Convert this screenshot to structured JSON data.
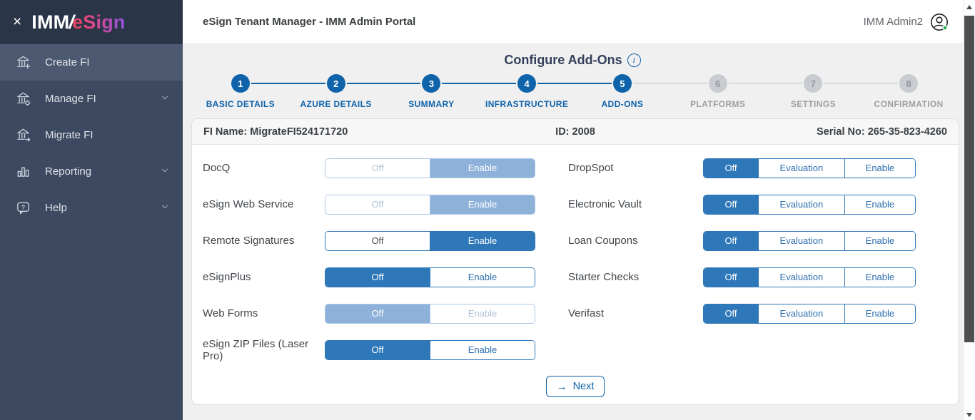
{
  "colors": {
    "accent": "#0f63aa",
    "toggle_active": "#2e77b8",
    "toggle_disabled": "#8db1d9",
    "sidebar_bg": "#3d4960",
    "sidebar_top_bg": "#2b3548",
    "sidebar_active_bg": "#4d5970",
    "presence": "#2bb24c",
    "logo_grad_start": "#e8445a",
    "logo_grad_end": "#8f53e0"
  },
  "sidebar": {
    "close": "×",
    "logo": {
      "imm": "IMM",
      "slash": "/",
      "esign": "eSign"
    },
    "items": [
      {
        "label": "Create FI",
        "icon": "bank-plus-icon",
        "active": true,
        "expandable": false
      },
      {
        "label": "Manage FI",
        "icon": "bank-gear-icon",
        "active": false,
        "expandable": true
      },
      {
        "label": "Migrate FI",
        "icon": "bank-arrow-icon",
        "active": false,
        "expandable": false
      },
      {
        "label": "Reporting",
        "icon": "bar-chart-icon",
        "active": false,
        "expandable": true
      },
      {
        "label": "Help",
        "icon": "question-bubble-icon",
        "active": false,
        "expandable": true
      }
    ]
  },
  "header": {
    "title": "eSign Tenant Manager - IMM Admin Portal",
    "user_name": "IMM Admin2"
  },
  "page": {
    "title": "Configure Add-Ons"
  },
  "stepper": {
    "steps": [
      {
        "num": "1",
        "label": "BASIC DETAILS",
        "state": "done"
      },
      {
        "num": "2",
        "label": "AZURE DETAILS",
        "state": "done"
      },
      {
        "num": "3",
        "label": "SUMMARY",
        "state": "done"
      },
      {
        "num": "4",
        "label": "INFRASTRUCTURE",
        "state": "done"
      },
      {
        "num": "5",
        "label": "ADD-ONS",
        "state": "active"
      },
      {
        "num": "6",
        "label": "PLATFORMS",
        "state": "todo"
      },
      {
        "num": "7",
        "label": "SETTINGS",
        "state": "todo"
      },
      {
        "num": "8",
        "label": "CONFIRMATION",
        "state": "todo"
      }
    ]
  },
  "fi_info": {
    "name": "FI Name: MigrateFI524171720",
    "id": "ID: 2008",
    "serial": "Serial No: 265-35-823-4260"
  },
  "toggle_labels": {
    "off": "Off",
    "evaluation": "Evaluation",
    "enable": "Enable"
  },
  "addons": {
    "left": [
      {
        "label": "DocQ",
        "options": [
          "Off",
          "Enable"
        ],
        "selected": "Enable",
        "disabled": true
      },
      {
        "label": "eSign Web Service",
        "options": [
          "Off",
          "Enable"
        ],
        "selected": "Enable",
        "disabled": true
      },
      {
        "label": "Remote Signatures",
        "options": [
          "Off",
          "Enable"
        ],
        "selected": "Enable",
        "disabled": false
      },
      {
        "label": "eSignPlus",
        "options": [
          "Off",
          "Enable"
        ],
        "selected": "Off",
        "disabled": false
      },
      {
        "label": "Web Forms",
        "options": [
          "Off",
          "Enable"
        ],
        "selected": "Off",
        "disabled": true
      },
      {
        "label": "eSign ZIP Files (Laser Pro)",
        "options": [
          "Off",
          "Enable"
        ],
        "selected": "Off",
        "disabled": false
      }
    ],
    "right": [
      {
        "label": "DropSpot",
        "options": [
          "Off",
          "Evaluation",
          "Enable"
        ],
        "selected": "Off",
        "disabled": false
      },
      {
        "label": "Electronic Vault",
        "options": [
          "Off",
          "Evaluation",
          "Enable"
        ],
        "selected": "Off",
        "disabled": false
      },
      {
        "label": "Loan Coupons",
        "options": [
          "Off",
          "Evaluation",
          "Enable"
        ],
        "selected": "Off",
        "disabled": false
      },
      {
        "label": "Starter Checks",
        "options": [
          "Off",
          "Evaluation",
          "Enable"
        ],
        "selected": "Off",
        "disabled": false
      },
      {
        "label": "Verifast",
        "options": [
          "Off",
          "Evaluation",
          "Enable"
        ],
        "selected": "Off",
        "disabled": false
      }
    ]
  },
  "actions": {
    "next_label": "Next",
    "next_arrow": "→"
  }
}
